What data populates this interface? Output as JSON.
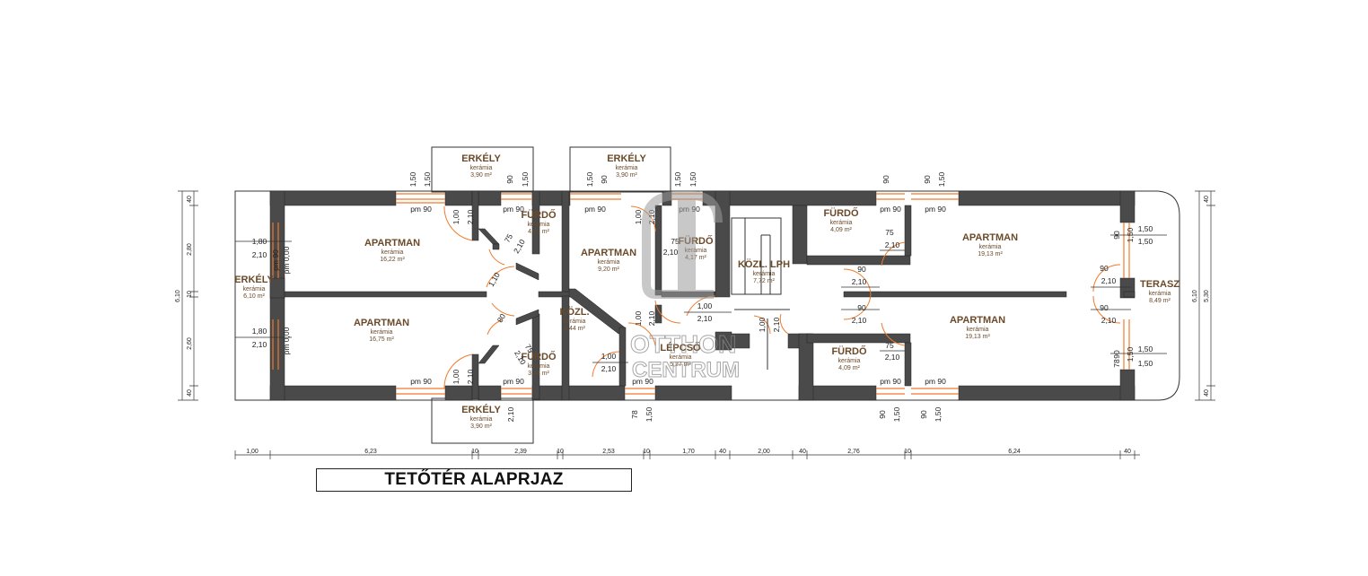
{
  "title": "TETŐTÉR ALAPRJAZ",
  "watermark": {
    "line1": "OTTHON",
    "line2": "CENTRUM",
    "color": "#8a8a8a"
  },
  "colors": {
    "wall": "#4a4a4a",
    "window": "#f07a2a",
    "door": "#f07a2a",
    "text": "#6b4a2a"
  },
  "rooms": [
    {
      "name": "ERKÉLY",
      "floor": "kerámia",
      "area": "3,90 m²"
    },
    {
      "name": "ERKÉLY",
      "floor": "kerámia",
      "area": "3,90 m²"
    },
    {
      "name": "FÜRDŐ",
      "floor": "kerámia",
      "area": "4,01 m²"
    },
    {
      "name": "APARTMAN",
      "floor": "kerámia",
      "area": "16,22 m²"
    },
    {
      "name": "ERKÉLY",
      "floor": "kerámia",
      "area": "6,10 m²"
    },
    {
      "name": "APARTMAN",
      "floor": "kerámia",
      "area": "16,75 m²"
    },
    {
      "name": "FÜRDŐ",
      "floor": "kerámia",
      "area": "3,44 m²"
    },
    {
      "name": "ERKÉLY",
      "floor": "kerámia",
      "area": "3,90 m²"
    },
    {
      "name": "APARTMAN",
      "floor": "kerámia",
      "area": "9,20 m²"
    },
    {
      "name": "FÜRDŐ",
      "floor": "kerámia",
      "area": "4,17 m²"
    },
    {
      "name": "KÖZL.",
      "floor": "kerámia",
      "area": "4,44 m²"
    },
    {
      "name": "KÖZL. LPH",
      "floor": "kerámia",
      "area": "7,72 m²"
    },
    {
      "name": "LÉPCSŐ",
      "floor": "kerámia",
      "area": "5,27 m²"
    },
    {
      "name": "FÜRDŐ",
      "floor": "kerámia",
      "area": "4,09 m²"
    },
    {
      "name": "FÜRDŐ",
      "floor": "kerámia",
      "area": "4,09 m²"
    },
    {
      "name": "APARTMAN",
      "floor": "kerámia",
      "area": "19,13 m²"
    },
    {
      "name": "APARTMAN",
      "floor": "kerámia",
      "area": "19,13 m²"
    },
    {
      "name": "TERASZ",
      "floor": "kerámia",
      "area": "8,49 m²"
    }
  ],
  "bottom_dimensions": [
    "1,00",
    "6,23",
    "10",
    "2,39",
    "10",
    "2,53",
    "10",
    "1,70",
    "40",
    "2,00",
    "40",
    "2,76",
    "10",
    "6,24",
    "40"
  ],
  "left_dimensions": [
    "40",
    "2,80",
    "10",
    "2,60",
    "40"
  ],
  "left_total": "6,10",
  "right_dimensions": [
    "40",
    "5,30",
    "40"
  ],
  "right_total": "6,10",
  "labels": [
    "1,50",
    "1,50",
    "90",
    "1,50",
    "1,50",
    "90",
    "1,50",
    "1,50",
    "90",
    "90",
    "1,50",
    "pm 90",
    "pm 90",
    "pm 90",
    "pm 90",
    "pm 90",
    "pm 90",
    "pm 90",
    "pm 90",
    "pm 90",
    "pm 90",
    "pm 90",
    "pm 90",
    "1,80",
    "2,10",
    "1,80",
    "2,10",
    "pm 0,00",
    "pm 0,00",
    "1,00",
    "2,10",
    "1,00",
    "2,10",
    "75",
    "2,10",
    "75",
    "2,10",
    "1,10",
    "80",
    "75",
    "2,10",
    "1,00",
    "2,10",
    "1,00",
    "2,10",
    "1,00",
    "2,10",
    "1,00",
    "2,10",
    "1,00",
    "2,10",
    "75",
    "2,10",
    "75",
    "2,10",
    "90",
    "2,10",
    "90",
    "2,10",
    "90",
    "2,10",
    "90",
    "2,10",
    "90",
    "1,50",
    "90",
    "1,50",
    "1,50",
    "1,50",
    "1,50",
    "1,50",
    "78",
    "1,50",
    "90",
    "1,50",
    "90",
    "1,50",
    "78",
    "2,10"
  ]
}
